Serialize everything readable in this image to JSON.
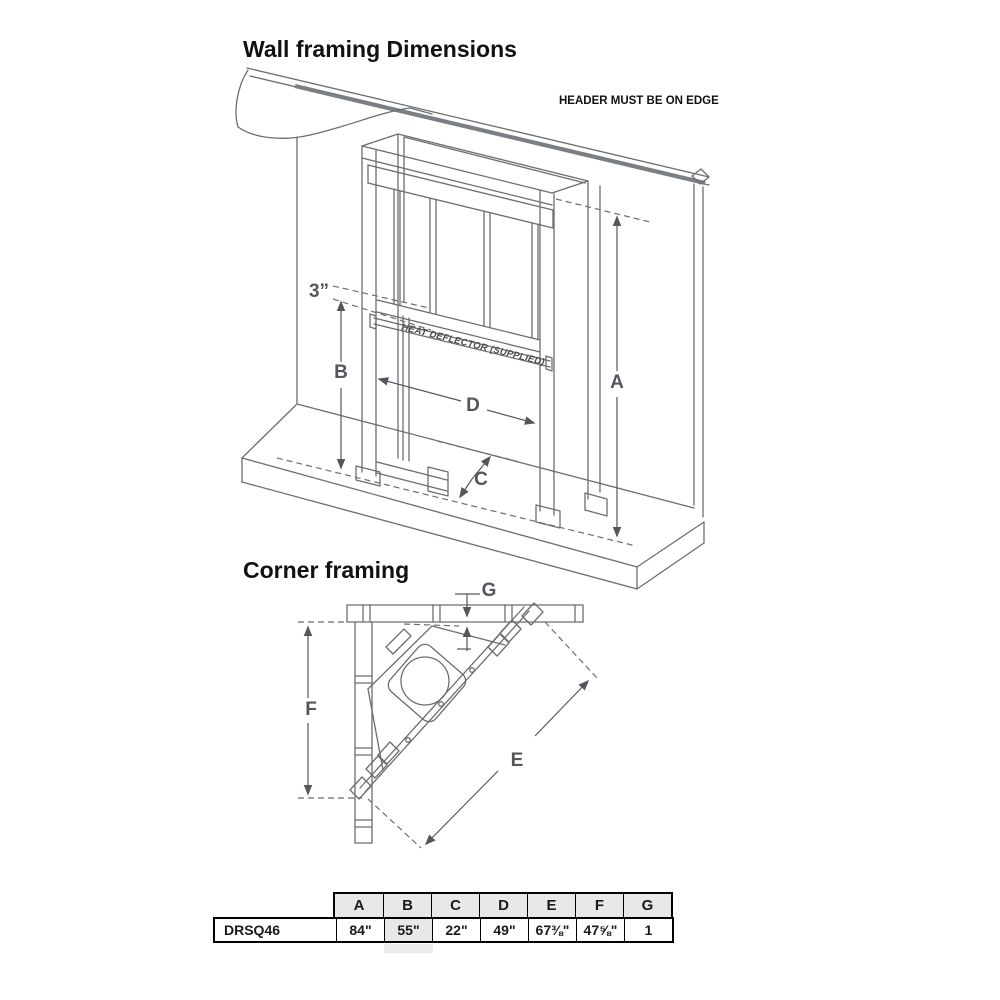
{
  "wall_section": {
    "title": "Wall framing Dimensions",
    "note": "HEADER MUST BE ON EDGE",
    "deflector_label": "HEAT DEFLECTOR (SUPPLIED)",
    "dims": {
      "offset": "3”",
      "a": "A",
      "b": "B",
      "c": "C",
      "d": "D"
    }
  },
  "corner_section": {
    "title": "Corner framing",
    "dims": {
      "e": "E",
      "f": "F",
      "g": "G"
    }
  },
  "table": {
    "model": "DRSQ46",
    "headers": [
      "A",
      "B",
      "C",
      "D",
      "E",
      "F",
      "G"
    ],
    "values": [
      "84\"",
      "55\"",
      "22\"",
      "49\"",
      "67⅜\"",
      "47⅝\"",
      "1"
    ]
  },
  "colors": {
    "line": "#6b6e71",
    "dimension": "#54575b",
    "table_header_bg": "#e8e8e9",
    "highlight_bg": "#e8e8e9"
  }
}
